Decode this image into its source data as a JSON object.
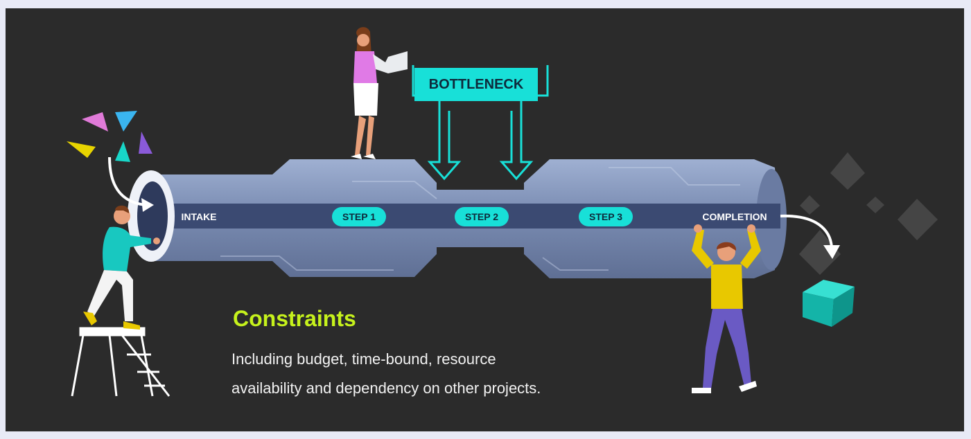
{
  "diagram": {
    "bottleneck_label": "BOTTLENECK",
    "stages": [
      {
        "label": "INTAKE",
        "highlighted": false
      },
      {
        "label": "STEP 1",
        "highlighted": true
      },
      {
        "label": "STEP 2",
        "highlighted": true
      },
      {
        "label": "STEP 3",
        "highlighted": true
      },
      {
        "label": "COMPLETION",
        "highlighted": false
      }
    ],
    "heading": "Constraints",
    "description_line1": "Including budget, time-bound, resource",
    "description_line2": "availability and dependency on other projects."
  },
  "colors": {
    "background": "#2b2b2b",
    "outer_background": "#e8eaf6",
    "accent_teal": "#18e0d8",
    "heading_lime": "#c6f21c",
    "pipe": "#7d8fb5",
    "band": "#3b4a72"
  },
  "icons": [
    "triangle-shapes-icon",
    "cube-icon",
    "arrow-icon",
    "person-icon",
    "ladder-icon"
  ]
}
